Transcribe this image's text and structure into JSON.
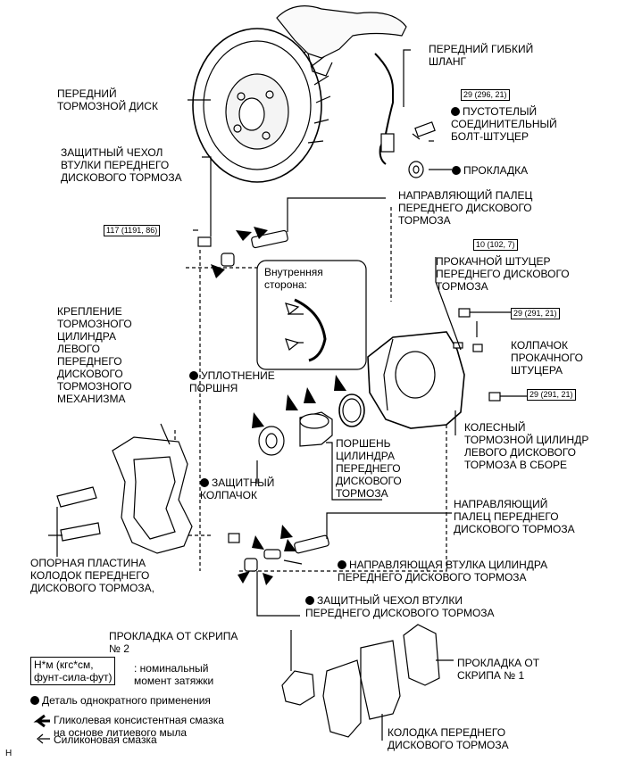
{
  "labels": {
    "hose": "ПЕРЕДНИЙ ГИБКИЙ\nШЛАНГ",
    "disc": "ПЕРЕДНИЙ\nТОРМОЗНОЙ ДИСК",
    "union_bolt": "ПУСТОТЕЛЫЙ\nСОЕДИНИТЕЛЬНЫЙ\nБОЛТ-ШТУЦЕР",
    "gasket": "ПРОКЛАДКА",
    "boot_top": "ЗАЩИТНЫЙ ЧЕХОЛ\nВТУЛКИ ПЕРЕДНЕГО\nДИСКОВОГО ТОРМОЗА",
    "guide_pin_top": "НАПРАВЛЯЮЩИЙ ПАЛЕЦ\nПЕРЕДНЕГО ДИСКОВОГО\nТОРМОЗА",
    "bleeder": "ПРОКАЧНОЙ ШТУЦЕР\nПЕРЕДНЕГО ДИСКОВОГО\nТОРМОЗА",
    "mount": "КРЕПЛЕНИЕ\nТОРМОЗНОГО\nЦИЛИНДРА\nЛЕВОГО\nПЕРЕДНЕГО\nДИСКОВОГО\nТОРМОЗНОГО\nМЕХАНИЗМА",
    "inner_side": "Внутренняя\nсторона:",
    "bleeder_cap": "КОЛПАЧОК\nПРОКАЧНОГО\nШТУЦЕРА",
    "piston_seal": "УПЛОТНЕНИЕ\nПОРШНЯ",
    "wheel_cyl": "КОЛЕСНЫЙ\nТОРМОЗНОЙ ЦИЛИНДР\nЛЕВОГО ДИСКОВОГО\nТОРМОЗА В СБОРЕ",
    "piston": "ПОРШЕНЬ\nЦИЛИНДРА\nПЕРЕДНЕГО\nДИСКОВОГО\nТОРМОЗА",
    "dust_boot": "ЗАЩИТНЫЙ\nКОЛПАЧОК",
    "guide_pin_bottom": "НАПРАВЛЯЮЩИЙ\nПАЛЕЦ ПЕРЕДНЕГО\nДИСКОВОГО ТОРМОЗА",
    "support_plate": "ОПОРНАЯ ПЛАСТИНА\nКОЛОДОК ПЕРЕДНЕГО\nДИСКОВОГО ТОРМОЗА,",
    "guide_bushing": "НАПРАВЛЯЮЩАЯ ВТУЛКА ЦИЛИНДРА\nПЕРЕДНЕГО ДИСКОВОГО ТОРМОЗА",
    "boot_bottom": "ЗАЩИТНЫЙ ЧЕХОЛ ВТУЛКИ\nПЕРЕДНЕГО ДИСКОВОГО ТОРМОЗА",
    "shim2": "ПРОКЛАДКА ОТ СКРИПА\n№ 2",
    "shim1": "ПРОКЛАДКА ОТ\nСКРИПА № 1",
    "pad": "КОЛОДКА ПЕРЕДНЕГО\nДИСКОВОГО ТОРМОЗА"
  },
  "torques": {
    "t_union": "29 (296, 21)",
    "t_mount": "117 (1191, 86)",
    "t_bleeder": "10 (102, 7)",
    "t_pin1": "29 (291, 21)",
    "t_pin2": "29 (291, 21)"
  },
  "legend": {
    "unit_box": "Н*м (кгс*см,\nфунт-сила-фут)",
    "unit_desc": ": номинальный\nмомент затяжки",
    "single_use": "Деталь однократного применения",
    "grease": "Гликолевая консистентная смазка\nна основе литиевого мыла",
    "silicone": "Силиконовая смазка"
  },
  "corner_mark": "H"
}
